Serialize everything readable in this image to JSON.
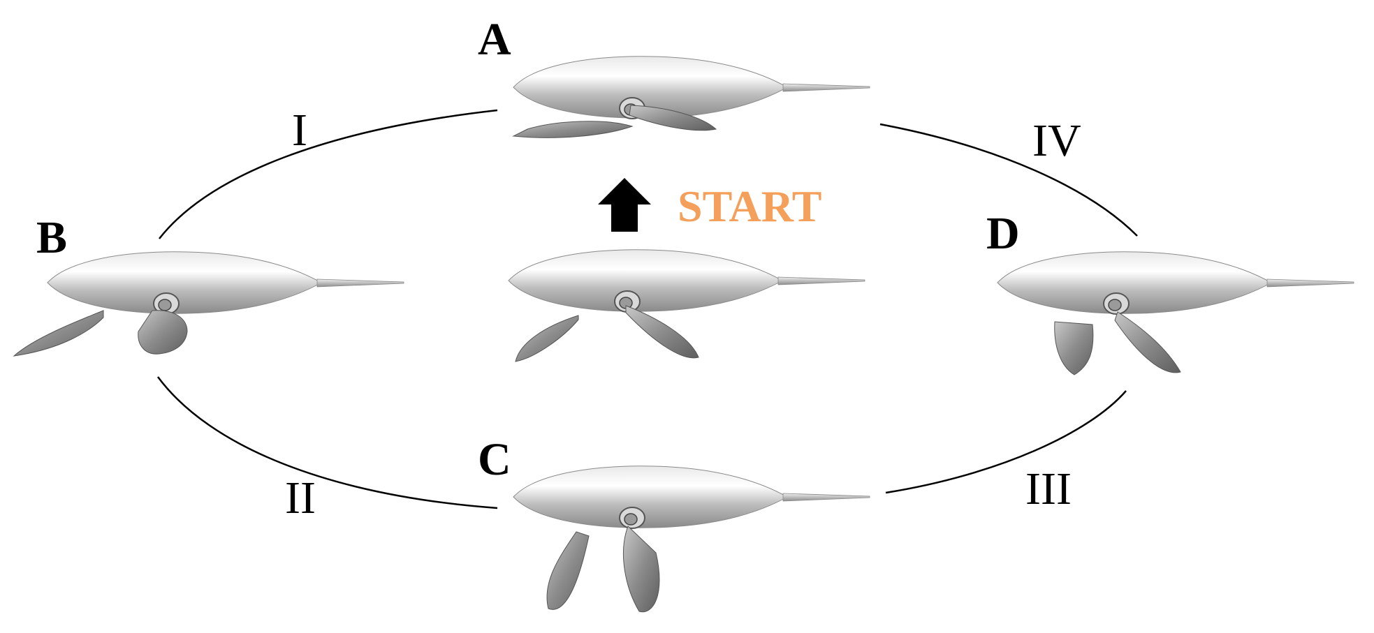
{
  "diagram": {
    "states": {
      "a": "A",
      "b": "B",
      "c": "C",
      "d": "D"
    },
    "phases": {
      "p1": "I",
      "p2": "II",
      "p3": "III",
      "p4": "IV"
    },
    "start": {
      "label": "START",
      "color": "#F5A05A"
    },
    "colors": {
      "curve": "#000000",
      "body_light": "#F2F2F2",
      "body_dark": "#7F7F7F",
      "fin_dark": "#6E6E6E"
    },
    "icons": {
      "start_marker": "up-arrow-icon"
    }
  }
}
